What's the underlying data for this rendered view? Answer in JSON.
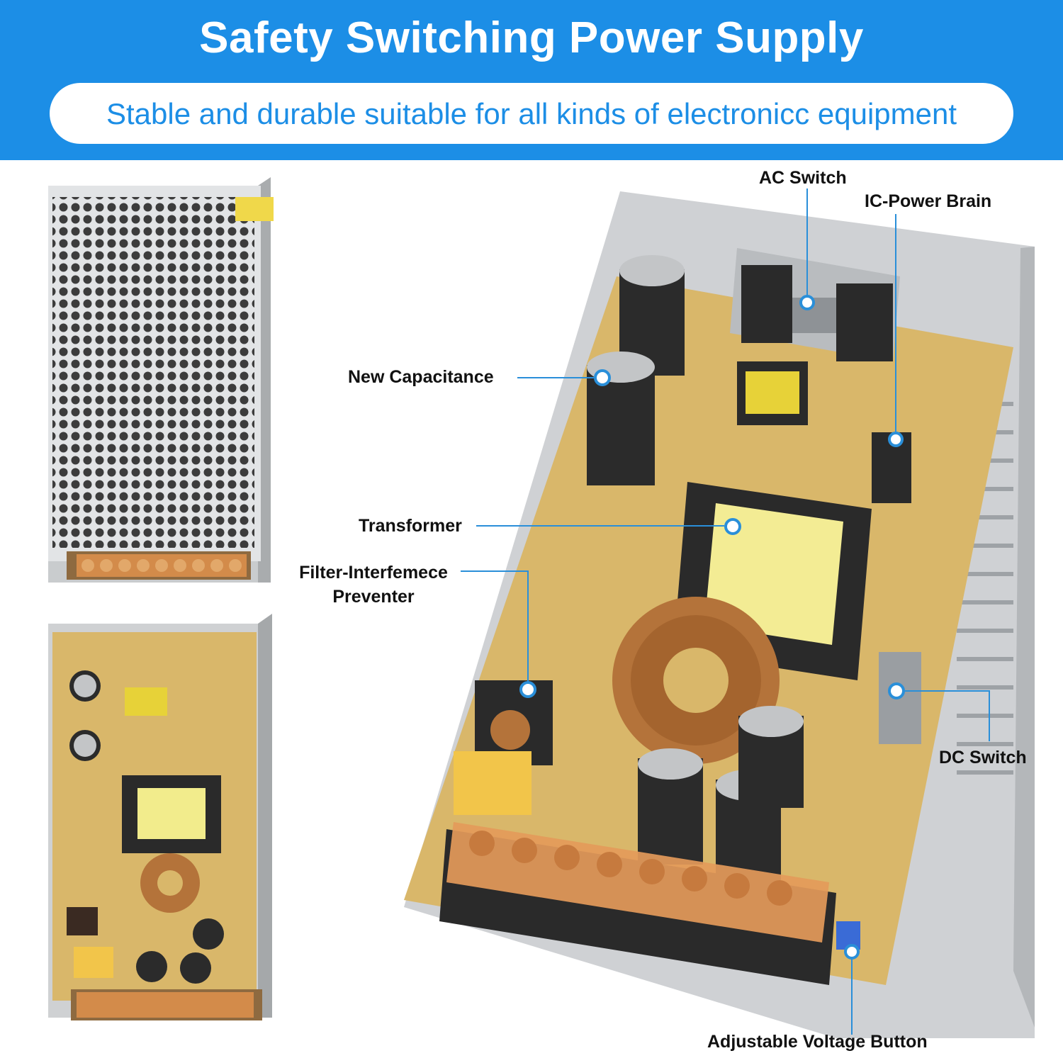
{
  "header": {
    "title": "Safety Switching Power Supply",
    "subtitle": "Stable and durable suitable for all kinds of electronicc equipment"
  },
  "callouts": {
    "ac_switch": "AC Switch",
    "ic_power_brain": "IC-Power Brain",
    "new_capacitance": "New Capacitance",
    "transformer": "Transformer",
    "filter_line1": "Filter-Interfemece",
    "filter_line2": "Preventer",
    "dc_switch": "DC Switch",
    "adjustable_voltage": "Adjustable Voltage Button"
  },
  "colors": {
    "brand_blue": "#1c8ee6",
    "callout_line": "#2a8fd9",
    "pcb": "#d9b76a",
    "metal": "#d4d6d8",
    "terminal_cover": "#e49a5a"
  }
}
